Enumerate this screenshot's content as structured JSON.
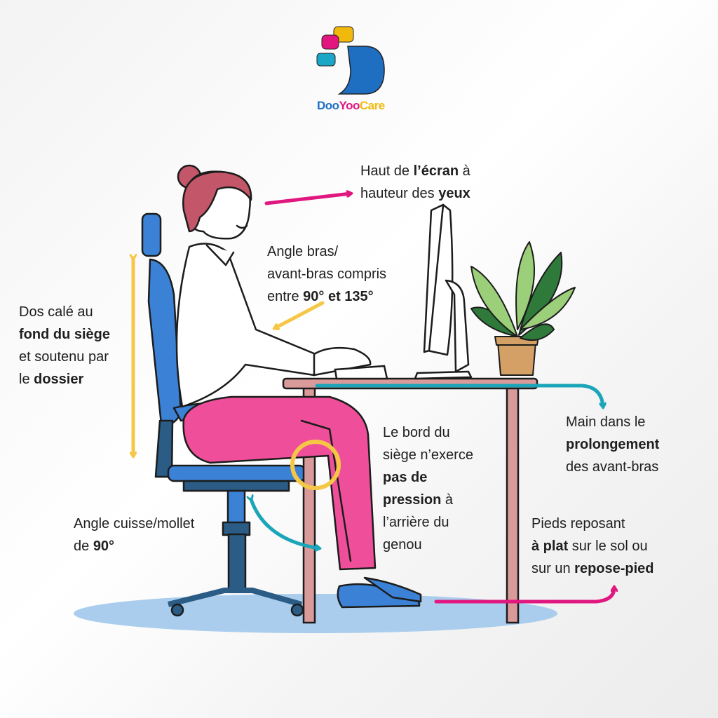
{
  "brand": {
    "name_parts": [
      "Doo",
      "Yoo",
      "Care"
    ],
    "colors": {
      "doo": "#1e6fc2",
      "yoo": "#e3157f",
      "care": "#f2b90d",
      "cyan": "#1aa7c7"
    }
  },
  "colors": {
    "pink_arrow": "#e0177f",
    "yellow_arrow": "#f6c746",
    "teal_arrow": "#1aa6b8",
    "chair_blue": "#3b82d6",
    "pants_pink": "#ef4f9a",
    "shadow_blue": "#aacdee"
  },
  "annotations": {
    "screen": {
      "pre": "Haut de ",
      "b1": "l’écran",
      "mid": " à",
      "line2_pre": "hauteur des ",
      "b2": "yeux"
    },
    "arm": {
      "line1": "Angle bras/",
      "line2": "avant-bras compris",
      "line3_pre": "entre ",
      "b1": "90° et 135°"
    },
    "back": {
      "line1": "Dos calé au",
      "b1": "fond du siège",
      "line3": "et soutenu par",
      "line4_pre": "le ",
      "b2": "dossier"
    },
    "hand": {
      "line1": "Main dans le",
      "b1": "prolongement",
      "line3": "des avant-bras"
    },
    "seat": {
      "line1": "Le bord du",
      "line2": "siège n’exerce",
      "b1": "pas de",
      "b2": "pression",
      "line4_post": " à",
      "line5": "l’arrière du",
      "line6": "genou"
    },
    "knee": {
      "line1": "Angle cuisse/mollet",
      "line2_pre": "de ",
      "b1": "90°"
    },
    "feet": {
      "line1": "Pieds reposant",
      "b1": "à plat",
      "line2_post": " sur le sol ou",
      "line3_pre": "sur un ",
      "b2": "repose-pied"
    }
  },
  "icons": [
    "logo-bubbles-icon",
    "plant-icon",
    "monitor-icon",
    "keyboard-icon",
    "office-chair-icon",
    "desk-icon",
    "person-icon"
  ]
}
